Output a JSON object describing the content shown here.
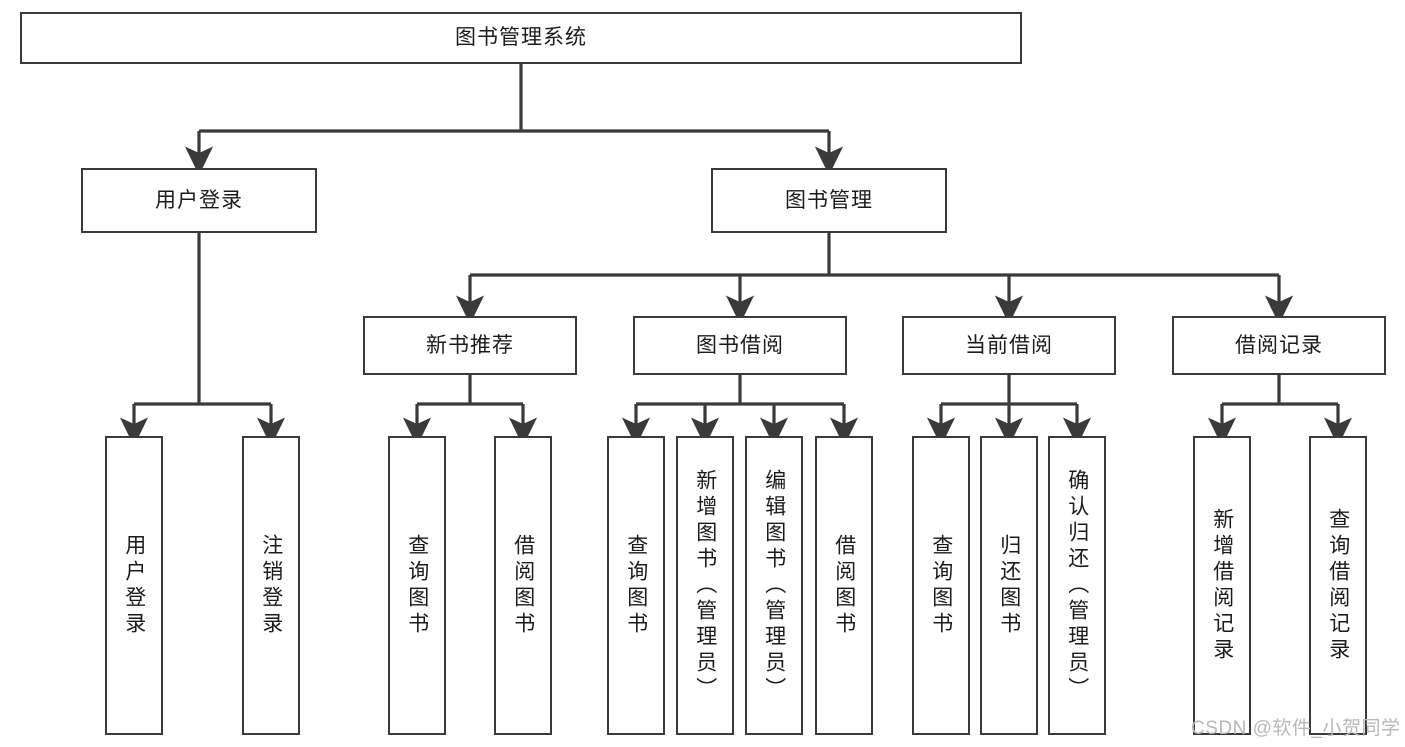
{
  "diagram": {
    "title": "图书管理系统",
    "type": "hierarchy-tree",
    "background_color": "#ffffff",
    "node_border_color": "#3a3a3a",
    "node_fill_color": "#ffffff",
    "text_color": "#1b1b1b"
  },
  "watermark": {
    "text": "CSDN @软件_小贺同学",
    "color": "#b8b8b8"
  },
  "nodes": {
    "root": {
      "label": "图书管理系统"
    },
    "level2": [
      {
        "id": "user-login",
        "label": "用户登录"
      },
      {
        "id": "book-management",
        "label": "图书管理"
      }
    ],
    "level3": [
      {
        "id": "new-book-recommend",
        "label": "新书推荐"
      },
      {
        "id": "book-borrow",
        "label": "图书借阅"
      },
      {
        "id": "current-borrow",
        "label": "当前借阅"
      },
      {
        "id": "borrow-record",
        "label": "借阅记录"
      }
    ],
    "leaves": {
      "user_login": [
        {
          "id": "leaf-user-login",
          "label": "用户登录"
        },
        {
          "id": "leaf-logout-login",
          "label": "注销登录"
        }
      ],
      "new_book_recommend": [
        {
          "id": "leaf-query-book-1",
          "label": "查询图书"
        },
        {
          "id": "leaf-borrow-book-1",
          "label": "借阅图书"
        }
      ],
      "book_borrow": [
        {
          "id": "leaf-query-book-2",
          "label": "查询图书"
        },
        {
          "id": "leaf-add-book",
          "label": "新增图书（管理员）"
        },
        {
          "id": "leaf-edit-book",
          "label": "编辑图书（管理员）"
        },
        {
          "id": "leaf-borrow-book-2",
          "label": "借阅图书"
        }
      ],
      "current_borrow": [
        {
          "id": "leaf-query-book-3",
          "label": "查询图书"
        },
        {
          "id": "leaf-return-book",
          "label": "归还图书"
        },
        {
          "id": "leaf-confirm-return",
          "label": "确认归还（管理员）"
        }
      ],
      "borrow_record": [
        {
          "id": "leaf-add-record",
          "label": "新增借阅记录"
        },
        {
          "id": "leaf-query-record",
          "label": "查询借阅记录"
        }
      ]
    }
  }
}
